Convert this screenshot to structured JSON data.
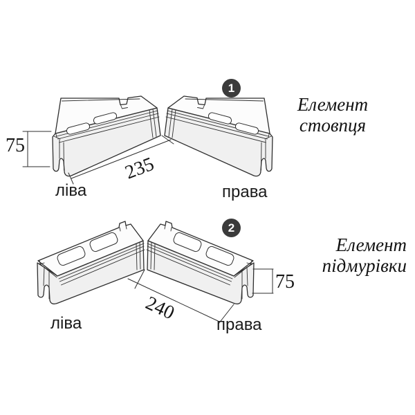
{
  "groups": [
    {
      "badge": "1",
      "title_line1": "Елемент",
      "title_line2": "стовпця",
      "left_label": "ліва",
      "right_label": "права",
      "length_dim": "235",
      "height_dim": "75"
    },
    {
      "badge": "2",
      "title_line1": "Елемент",
      "title_line2": "підмурівки",
      "left_label": "ліва",
      "right_label": "права",
      "length_dim": "240",
      "height_dim": "75"
    }
  ],
  "colors": {
    "background": "#ffffff",
    "line": "#2e2e2e",
    "face_top": "#fcfcfc",
    "face_front": "#f0f0f0",
    "badge_bg": "#3b3b3b",
    "badge_text": "#ffffff"
  }
}
